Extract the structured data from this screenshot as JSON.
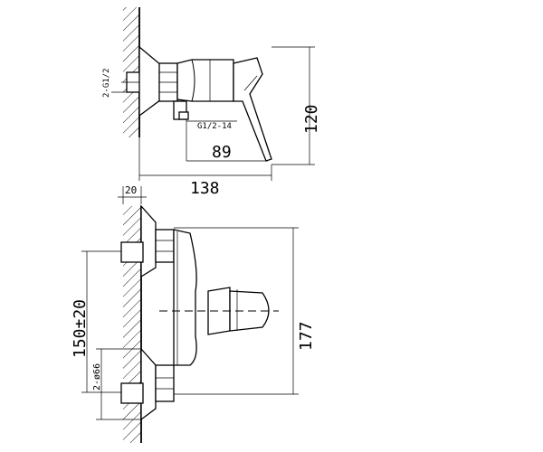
{
  "drawing": {
    "colors": {
      "line": "#000000",
      "background": "#ffffff"
    },
    "side_view": {
      "thread_inlet_label": "2-G1/2",
      "thread_outlet_label": "G1/2-14",
      "dim_height": "120",
      "dim_depth": "89",
      "dim_total": "138"
    },
    "front_view": {
      "dim_wall_offset": "20",
      "dim_centers": "150±20",
      "dim_escutcheon": "2-ø66",
      "dim_height": "177"
    }
  }
}
